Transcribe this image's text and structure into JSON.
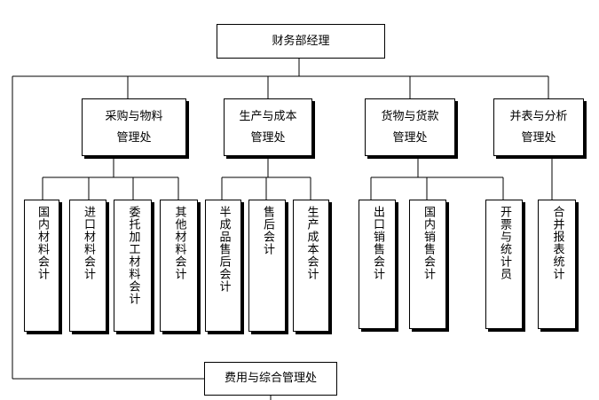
{
  "top": {
    "label": "财务部经理"
  },
  "departments": [
    {
      "line1": "采购与物料",
      "line2": "管理处"
    },
    {
      "line1": "生产与成本",
      "line2": "管理处"
    },
    {
      "line1": "货物与货款",
      "line2": "管理处"
    },
    {
      "line1": "并表与分析",
      "line2": "管理处"
    }
  ],
  "roles": [
    {
      "label": "国内材料会计"
    },
    {
      "label": "进口材料会计"
    },
    {
      "label": "委托加工材料会计"
    },
    {
      "label": "其他材料会计"
    },
    {
      "label": "半成品售后会计"
    },
    {
      "label": "售后会计"
    },
    {
      "label": "生产成本会计"
    },
    {
      "label": "出口销售会计"
    },
    {
      "label": "国内销售会计"
    },
    {
      "label": "开票与统计员"
    },
    {
      "label": "合并报表统计"
    }
  ],
  "bottom": {
    "label": "费用与综合管理处"
  }
}
